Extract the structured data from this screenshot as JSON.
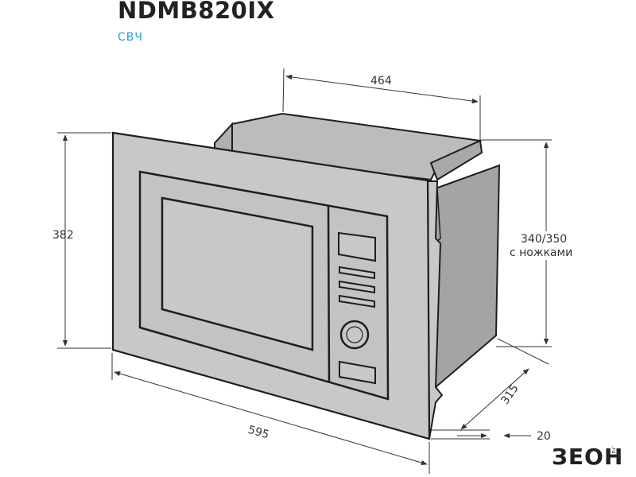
{
  "header": {
    "model": "NDMB820IX",
    "category": "СВЧ"
  },
  "dimensions": {
    "depth_top": "464",
    "height_front": "382",
    "height_body_line1": "340/350",
    "height_body_line2": "с ножками",
    "width_front": "595",
    "depth_side": "315",
    "frame_offset": "20"
  },
  "brand": {
    "logo": "ЗЕОН",
    "logo_small": ".ru"
  },
  "colors": {
    "panel_gray": "#c8c8c8",
    "body_gray": "#a9a9a9",
    "outline": "#1e1e1e",
    "accent_blue": "#2d9cd6"
  }
}
